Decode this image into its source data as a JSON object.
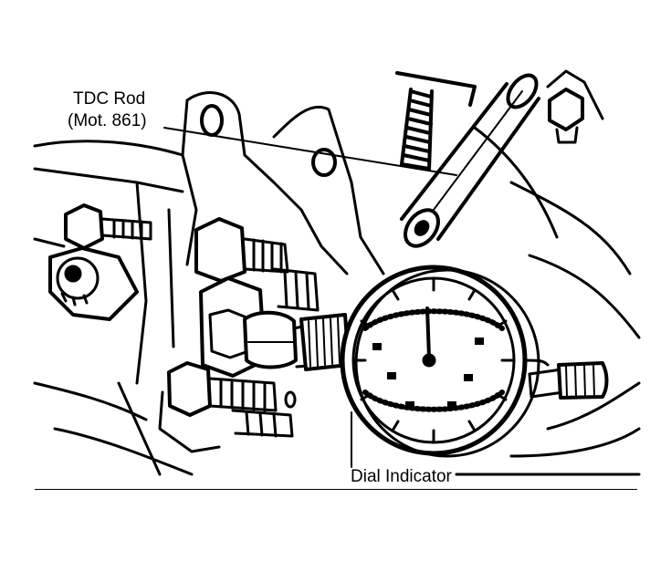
{
  "labels": {
    "tdc_rod_line1": "TDC Rod",
    "tdc_rod_line2": "(Mot. 861)",
    "dial_indicator": "Dial Indicator"
  },
  "colors": {
    "ink": "#000000",
    "paper": "#ffffff"
  }
}
